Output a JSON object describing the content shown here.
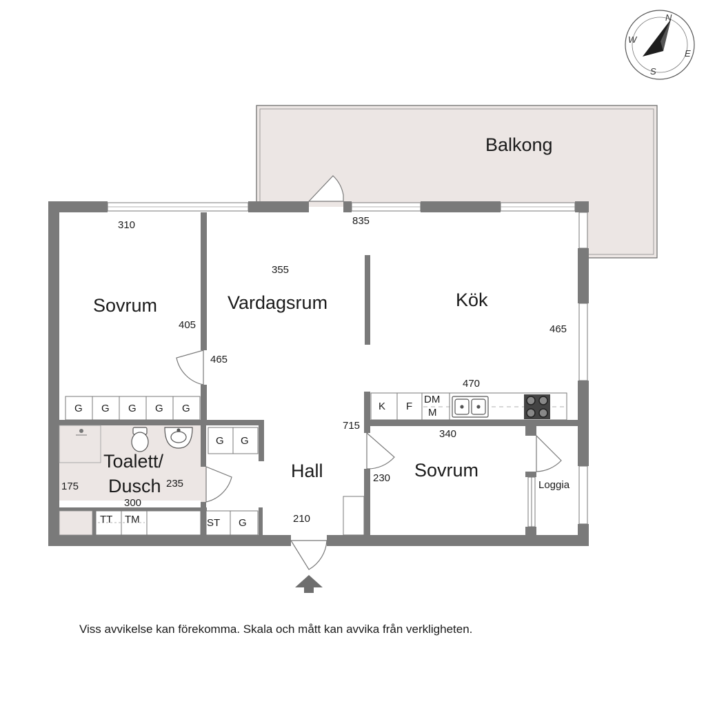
{
  "compass": {
    "north": "N",
    "east": "E",
    "south": "S",
    "west": "W"
  },
  "rooms": {
    "balcony": "Balkong",
    "bedroom_1": "Sovrum",
    "living_room": "Vardagsrum",
    "kitchen": "Kök",
    "hall": "Hall",
    "bedroom_2": "Sovrum",
    "bathroom_line1": "Toalett/",
    "bathroom_line2": "Dusch",
    "loggia": "Loggia"
  },
  "dimensions": {
    "bedroom_1_width": "310",
    "bedroom_1_depth": "405",
    "living_width": "355",
    "living_depth": "465",
    "top_width": "835",
    "kitchen_depth": "465",
    "kitchen_width": "470",
    "hall_depth": "715",
    "bedroom_2_width": "340",
    "bedroom_2_depth": "230",
    "bathroom_depth": "175",
    "bathroom_width": "235",
    "bathroom_width_2": "300",
    "entrance_width": "210"
  },
  "fixtures": {
    "wardrobe": "G",
    "fridge": "K",
    "freezer": "F",
    "dishwasher_line1": "DM",
    "dishwasher_line2": "M",
    "dryer": "TT",
    "washer": "TM",
    "storage": "ST"
  },
  "disclaimer": "Viss avvikelse kan förekomma. Skala och mått kan avvika från verkligheten.",
  "colors": {
    "wall": "#7a7a7a",
    "balcony_fill": "#ece6e4",
    "bathroom_fill": "#ece6e4"
  }
}
